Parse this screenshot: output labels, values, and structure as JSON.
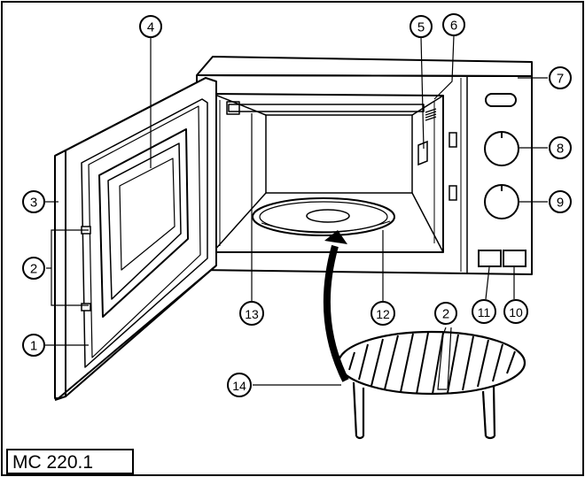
{
  "model_label": "MC 220.1",
  "callouts": {
    "c1": "1",
    "c2_left": "2",
    "c2_rack": "2",
    "c3": "3",
    "c4": "4",
    "c5": "5",
    "c6": "6",
    "c7": "7",
    "c8": "8",
    "c9": "9",
    "c10": "10",
    "c11": "11",
    "c12": "12",
    "c13": "13",
    "c14": "14"
  }
}
